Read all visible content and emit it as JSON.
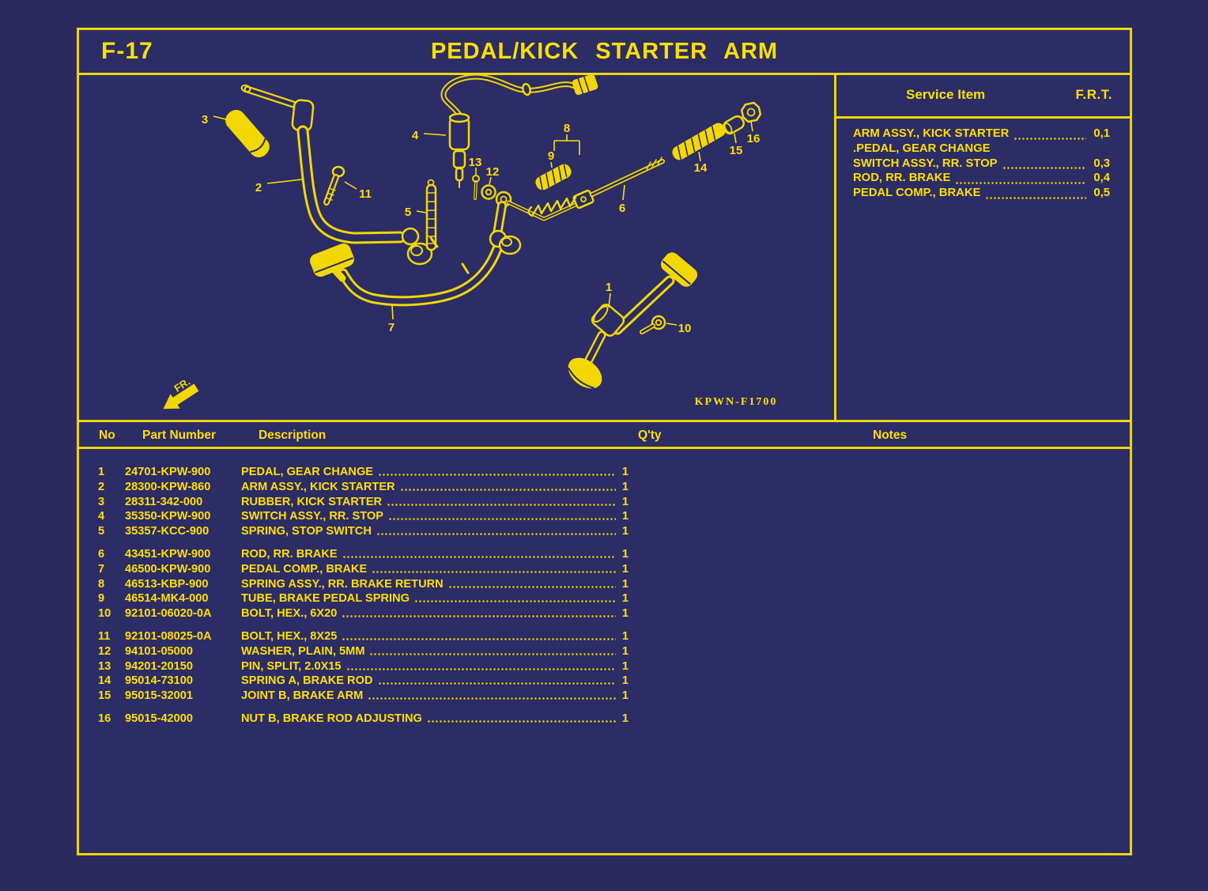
{
  "page": {
    "code": "F-17",
    "title": "PEDAL/KICK STARTER ARM"
  },
  "colors": {
    "background_navy": "#2c2c66",
    "line_yellow": "#eed600",
    "text_yellow": "#ffe000"
  },
  "service_panel": {
    "header": {
      "item": "Service Item",
      "frt": "F.R.T."
    },
    "items": [
      {
        "name": "ARM ASSY., KICK STARTER",
        "frt": "0,1"
      },
      {
        "name": ".PEDAL, GEAR CHANGE",
        "frt": ""
      },
      {
        "name": "SWITCH ASSY., RR. STOP",
        "frt": "0,3"
      },
      {
        "name": "ROD, RR. BRAKE",
        "frt": "0,4"
      },
      {
        "name": "PEDAL COMP., BRAKE",
        "frt": "0,5"
      }
    ]
  },
  "diagram": {
    "code": "KPWN-F1700",
    "fr_label": "FR.",
    "callouts": {
      "c1": "1",
      "c2": "2",
      "c3": "3",
      "c4": "4",
      "c5": "5",
      "c6": "6",
      "c7": "7",
      "c8": "8",
      "c9": "9",
      "c10": "10",
      "c11": "11",
      "c12": "12",
      "c13": "13",
      "c14": "14",
      "c15": "15",
      "c16": "16"
    }
  },
  "table": {
    "headers": {
      "no": "No",
      "part_number": "Part Number",
      "description": "Description",
      "qty": "Q'ty",
      "notes": "Notes"
    },
    "rows": [
      {
        "no": "1",
        "part_number": "24701-KPW-900",
        "description": "PEDAL, GEAR CHANGE",
        "qty": "1",
        "notes": ""
      },
      {
        "no": "2",
        "part_number": "28300-KPW-860",
        "description": "ARM ASSY., KICK STARTER",
        "qty": "1",
        "notes": ""
      },
      {
        "no": "3",
        "part_number": "28311-342-000",
        "description": "RUBBER, KICK STARTER",
        "qty": "1",
        "notes": ""
      },
      {
        "no": "4",
        "part_number": "35350-KPW-900",
        "description": "SWITCH ASSY., RR. STOP",
        "qty": "1",
        "notes": ""
      },
      {
        "no": "5",
        "part_number": "35357-KCC-900",
        "description": "SPRING, STOP SWITCH",
        "qty": "1",
        "notes": ""
      },
      {
        "no": "6",
        "part_number": "43451-KPW-900",
        "description": "ROD, RR. BRAKE",
        "qty": "1",
        "notes": ""
      },
      {
        "no": "7",
        "part_number": "46500-KPW-900",
        "description": "PEDAL COMP., BRAKE",
        "qty": "1",
        "notes": ""
      },
      {
        "no": "8",
        "part_number": "46513-KBP-900",
        "description": "SPRING ASSY., RR. BRAKE RETURN",
        "qty": "1",
        "notes": ""
      },
      {
        "no": "9",
        "part_number": "46514-MK4-000",
        "description": "TUBE, BRAKE PEDAL SPRING",
        "qty": "1",
        "notes": ""
      },
      {
        "no": "10",
        "part_number": "92101-06020-0A",
        "description": "BOLT, HEX., 6X20",
        "qty": "1",
        "notes": ""
      },
      {
        "no": "11",
        "part_number": "92101-08025-0A",
        "description": "BOLT, HEX., 8X25",
        "qty": "1",
        "notes": ""
      },
      {
        "no": "12",
        "part_number": "94101-05000",
        "description": "WASHER, PLAIN, 5MM",
        "qty": "1",
        "notes": ""
      },
      {
        "no": "13",
        "part_number": "94201-20150",
        "description": "PIN, SPLIT, 2.0X15",
        "qty": "1",
        "notes": ""
      },
      {
        "no": "14",
        "part_number": "95014-73100",
        "description": "SPRING A, BRAKE ROD",
        "qty": "1",
        "notes": ""
      },
      {
        "no": "15",
        "part_number": "95015-32001",
        "description": "JOINT B, BRAKE ARM",
        "qty": "1",
        "notes": ""
      },
      {
        "no": "16",
        "part_number": "95015-42000",
        "description": "NUT B, BRAKE ROD ADJUSTING",
        "qty": "1",
        "notes": ""
      }
    ]
  }
}
